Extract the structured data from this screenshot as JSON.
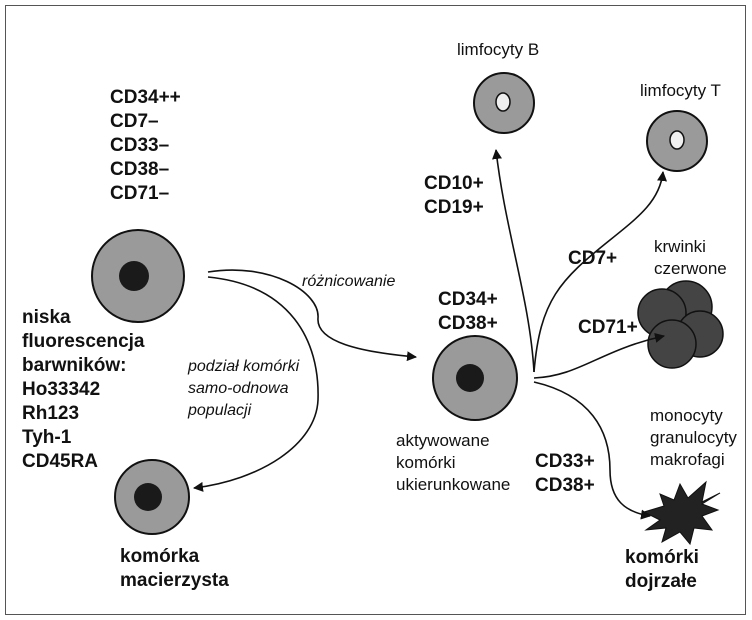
{
  "colors": {
    "cell_outer": "#9a9a9a",
    "nucleus_dark": "#1a1a1a",
    "nucleus_light": "#f0f0f0",
    "rbc": "#444444",
    "mature": "#222222",
    "line": "#111111"
  },
  "stem_cell": {
    "markers": [
      "CD34++",
      "CD7–",
      "CD33–",
      "CD38–",
      "CD71–"
    ],
    "dye_lines": [
      "niska",
      "fluorescencja",
      "barwników:",
      "Ho33342",
      "Rh123",
      "Tyh-1",
      "CD45RA"
    ]
  },
  "arrows": {
    "differentiation": "różnicowanie",
    "self_renewal": [
      "podział komórki",
      "samo-odnowa",
      "populacji"
    ]
  },
  "daughter_cell": {
    "label": [
      "komórka",
      "macierzysta"
    ]
  },
  "committed_cell": {
    "markers": [
      "CD34+",
      "CD38+"
    ],
    "label": [
      "aktywowane",
      "komórki",
      "ukierunkowane"
    ]
  },
  "branches": {
    "b_markers": [
      "CD10+",
      "CD19+"
    ],
    "b_label": "limfocyty B",
    "t_marker": "CD7+",
    "t_label": "limfocyty T",
    "rbc_marker": "CD71+",
    "rbc_label": [
      "krwinki",
      "czerwone"
    ],
    "myeloid_markers": [
      "CD33+",
      "CD38+"
    ],
    "myeloid_label": [
      "monocyty",
      "granulocyty",
      "makrofagi"
    ],
    "mature_label": [
      "komórki",
      "dojrzałe"
    ]
  }
}
